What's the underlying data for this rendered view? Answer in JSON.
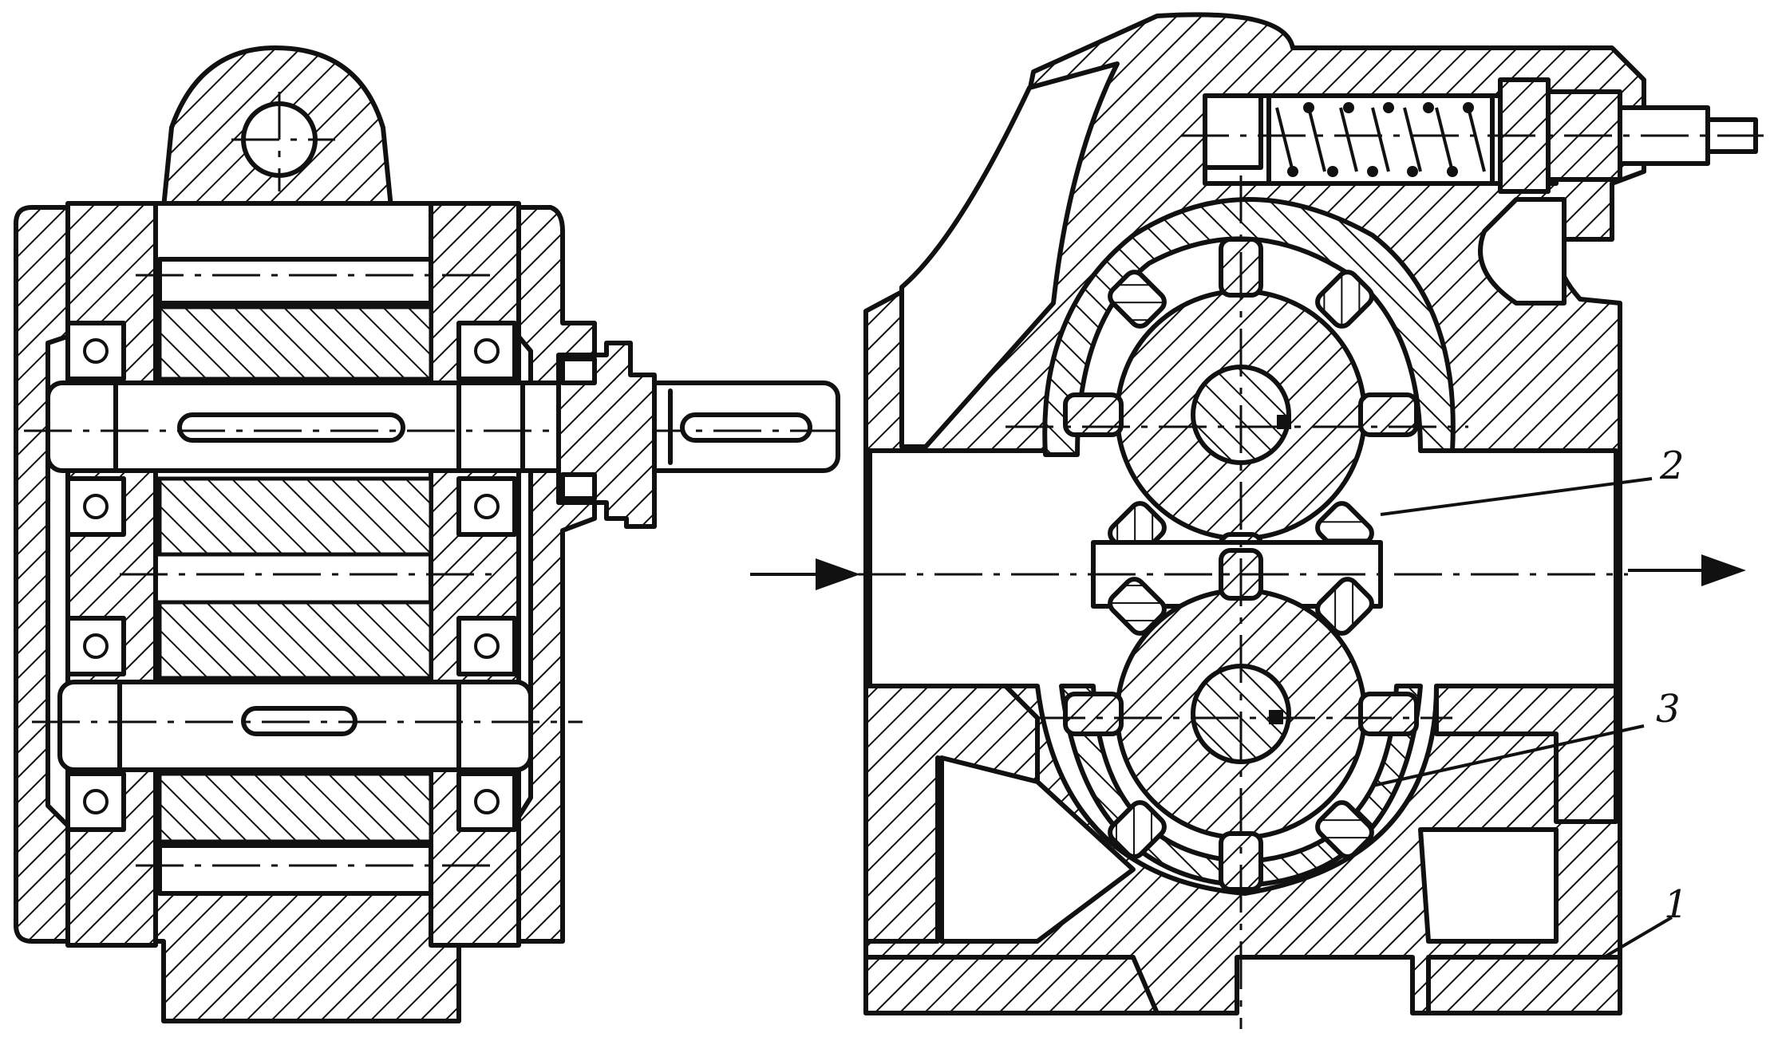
{
  "labels": {
    "part_1": "1",
    "part_2": "2",
    "part_3": "3"
  },
  "colors": {
    "ink": "#111111",
    "paper": "#ffffff"
  },
  "icons": {
    "flow_in": "arrow-right-icon",
    "flow_out": "arrow-right-icon"
  }
}
